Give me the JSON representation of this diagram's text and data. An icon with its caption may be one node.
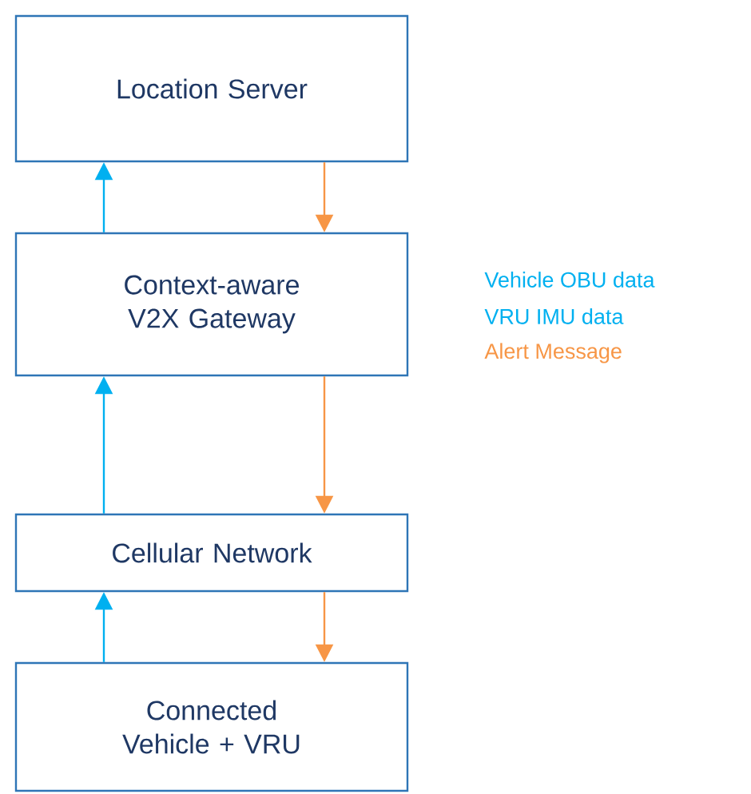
{
  "diagram": {
    "nodes": [
      {
        "text": [
          "Location Server"
        ]
      },
      {
        "text": [
          "Context-aware V2X Gateway"
        ]
      },
      {
        "text": [
          "Cellular Network"
        ]
      },
      {
        "text": [
          "Connected Vehicle + VRU"
        ]
      }
    ],
    "edges": [
      {
        "from": 1,
        "to": 0,
        "arrow": "to",
        "color": "#00b0f0"
      },
      {
        "from": 0,
        "to": 1,
        "arrow": "to",
        "color": "#f79646"
      },
      {
        "from": 2,
        "to": 1,
        "arrow": "to",
        "color": "#00b0f0"
      },
      {
        "from": 1,
        "to": 2,
        "arrow": "to",
        "color": "#f79646"
      },
      {
        "from": 3,
        "to": 2,
        "arrow": "to",
        "color": "#00b0f0"
      },
      {
        "from": 2,
        "to": 3,
        "arrow": "to",
        "color": "#f79646"
      }
    ],
    "legend": [
      {
        "text": "Vehicle OBU data",
        "color": "#00b0f0"
      },
      {
        "text": "VRU IMU data",
        "color": "#00b0f0"
      },
      {
        "text": "Alert Message",
        "color": "#f79646"
      }
    ]
  }
}
